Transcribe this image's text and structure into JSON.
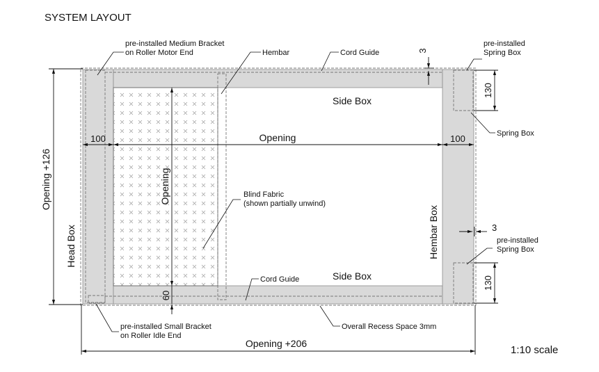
{
  "title": "SYSTEM LAYOUT",
  "scale": "1:10 scale",
  "labels": {
    "medium_bracket_1": "pre-installed Medium Bracket",
    "medium_bracket_2": "on Roller Motor End",
    "hembar": "Hembar",
    "cord_guide_top": "Cord Guide",
    "spring_box_top_1": "pre-installed",
    "spring_box_top_2": "Spring Box",
    "side_box_top": "Side Box",
    "spring_box": "Spring Box",
    "opening_horizontal": "Opening",
    "opening_vertical": "Opening",
    "blind_fabric_1": "Blind Fabric",
    "blind_fabric_2": "(shown partially unwind)",
    "hembar_box": "Hembar Box",
    "head_box": "Head Box",
    "spring_box_bottom_1": "pre-installed",
    "spring_box_bottom_2": "Spring Box",
    "side_box_bottom": "Side Box",
    "cord_guide_bottom": "Cord Guide",
    "small_bracket_1": "pre-installed Small Bracket",
    "small_bracket_2": "on Roller Idle End",
    "recess_space": "Overall Recess Space 3mm",
    "opening_plus_126": "Opening +126",
    "opening_plus_206": "Opening +206"
  },
  "dimensions": {
    "gap_top": "3",
    "spring_top": "130",
    "left_100": "100",
    "right_100": "100",
    "gap_right": "3",
    "spring_bottom": "130",
    "bottom_60": "60"
  }
}
